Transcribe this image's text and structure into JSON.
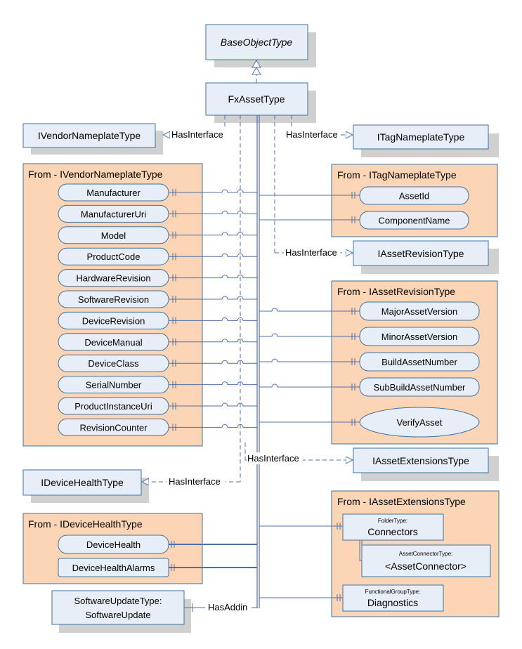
{
  "types": {
    "base": "BaseObjectType",
    "fx": "FxAssetType",
    "vendor_nameplate": "IVendorNameplateType",
    "tag_nameplate": "ITagNameplateType",
    "asset_revision": "IAssetRevisionType",
    "asset_extensions": "IAssetExtensionsType",
    "device_health": "IDeviceHealthType",
    "software_update_line1": "SoftwareUpdateType:",
    "software_update_line2": "SoftwareUpdate"
  },
  "edges": {
    "has_interface": "HasInterface",
    "has_addin": "HasAddin"
  },
  "groups": {
    "vendor": {
      "title": "From - IVendorNameplateType",
      "items": [
        "Manufacturer",
        "ManufacturerUri",
        "Model",
        "ProductCode",
        "HardwareRevision",
        "SoftwareRevision",
        "DeviceRevision",
        "DeviceManual",
        "DeviceClass",
        "SerialNumber",
        "ProductInstanceUri",
        "RevisionCounter"
      ]
    },
    "tag": {
      "title": "From - ITagNameplateType",
      "items": [
        "AssetId",
        "ComponentName"
      ]
    },
    "revision": {
      "title": "From - IAssetRevisionType",
      "items": [
        "MajorAssetVersion",
        "MinorAssetVersion",
        "BuildAssetNumber",
        "SubBuildAssetNumber"
      ],
      "method": "VerifyAsset"
    },
    "health": {
      "title": "From - IDeviceHealthType",
      "items": [
        "DeviceHealth",
        "DeviceHealthAlarms"
      ]
    },
    "extensions": {
      "title": "From - IAssetExtensionsType",
      "connectors_type": "FolderType:",
      "connectors_name": "Connectors",
      "connector_type": "AssetConnectorType:",
      "connector_name": "<AssetConnector>",
      "diagnostics_type": "FunctionalGroupType:",
      "diagnostics_name": "Diagnostics"
    }
  },
  "colors": {
    "box_fill": "#e8eef7",
    "group_fill": "#fbd5b5",
    "border": "#41719c",
    "line": "#4f6fa8",
    "shadow": "#d0d0d0"
  }
}
